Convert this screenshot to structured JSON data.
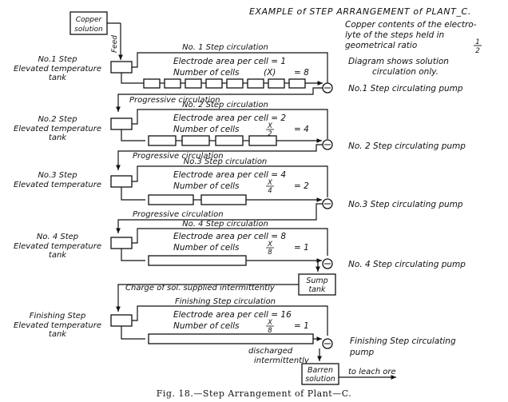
{
  "header": {
    "title": "EXAMPLE of STEP ARRANGEMENT of PLANT_C.",
    "note_lines": [
      "Copper contents of the electro-",
      "lyte of the steps held in",
      "geometrical ratio"
    ],
    "ratio_num": "1",
    "ratio_den": "2",
    "diagram_note_lines": [
      "Diagram shows solution",
      "circulation only."
    ]
  },
  "inputs": {
    "copper_solution_lines": [
      "Copper",
      "solution"
    ],
    "feed": "Feed"
  },
  "steps": [
    {
      "label_lines": [
        "No.1 Step",
        "Elevated temperature",
        "tank"
      ],
      "circulation": "No. 1 Step circulation",
      "area": "Electrode area per cell = 1",
      "cells_label": "Number of cells",
      "cells_frac": "(X)",
      "cells_value": "= 8",
      "pump": "No.1 Step circulating pump",
      "progressive": "Progressive circulation"
    },
    {
      "label_lines": [
        "No.2 Step",
        "Elevated temperature",
        "tank"
      ],
      "circulation": "No. 2 Step circulation",
      "area": "Electrode area per cell = 2",
      "cells_label": "Number of cells",
      "cells_num": "X",
      "cells_den": "2",
      "cells_value": "= 4",
      "pump": "No. 2 Step circulating pump",
      "progressive": "Progressive circulation"
    },
    {
      "label_lines": [
        "No.3 Step",
        "Elevated temperature"
      ],
      "circulation": "No.3 Step circulation",
      "area": "Electrode area per cell = 4",
      "cells_label": "Number of cells",
      "cells_num": "X",
      "cells_den": "4",
      "cells_value": "= 2",
      "pump": "No.3 Step circulating pump",
      "progressive": "Progressive circulation"
    },
    {
      "label_lines": [
        "No. 4 Step",
        "Elevated temperature",
        "tank"
      ],
      "circulation": "No. 4 Step circulation",
      "area": "Electrode area per cell = 8",
      "cells_label": "Number of cells",
      "cells_num": "X",
      "cells_den": "8",
      "cells_value": "= 1",
      "pump": "No. 4 Step circulating pump",
      "sump_lines": [
        "Sump",
        "tank"
      ],
      "charge": "Charge of sol. supplied intermittently"
    },
    {
      "label_lines": [
        "Finishing Step",
        "Elevated temperature",
        "tank"
      ],
      "circulation": "Finishing Step circulation",
      "area": "Electrode area per cell = 16",
      "cells_label": "Number of cells",
      "cells_num": "X",
      "cells_den": "8",
      "cells_value": "= 1",
      "pump_lines": [
        "Finishing Step circulating",
        "pump"
      ],
      "discharged_lines": [
        "discharged",
        "intermittently"
      ],
      "barren_lines": [
        "Barren",
        "solution"
      ],
      "leach": "to leach ore"
    }
  ],
  "caption": "Fig. 18.—Step Arrangement of Plant—C."
}
